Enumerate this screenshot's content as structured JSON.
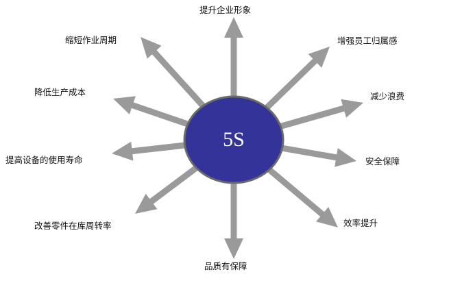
{
  "center": {
    "label": "5S",
    "fill": "#333399",
    "stroke": "#6a6a6a"
  },
  "arrow_color": "#9a9a9a",
  "spokes": [
    {
      "id": "top",
      "label": "提升企业形象"
    },
    {
      "id": "upper-right",
      "label": "增强员工归属感"
    },
    {
      "id": "right-upper",
      "label": "减少浪费"
    },
    {
      "id": "right",
      "label": "安全保障"
    },
    {
      "id": "lower-right",
      "label": "效率提升"
    },
    {
      "id": "bottom",
      "label": "品质有保障"
    },
    {
      "id": "lower-left",
      "label": "改善零件在库周转率"
    },
    {
      "id": "left",
      "label": "提高设备的使用寿命"
    },
    {
      "id": "left-upper",
      "label": "降低生产成本"
    },
    {
      "id": "upper-left",
      "label": "缩短作业周期"
    }
  ]
}
